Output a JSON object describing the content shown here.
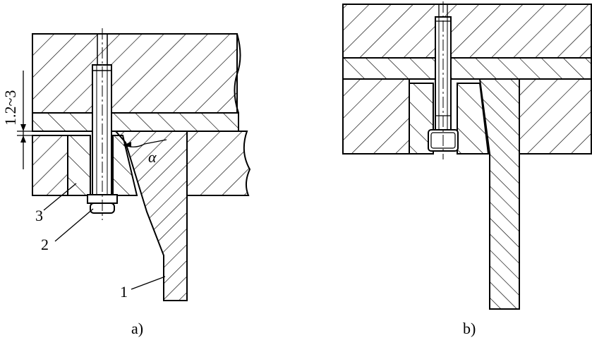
{
  "figure": {
    "panel_a": {
      "caption": "a)",
      "dimension_text": "1.2~3",
      "angle_symbol": "α",
      "callouts": [
        "1",
        "2",
        "3"
      ]
    },
    "panel_b": {
      "caption": "b)"
    }
  }
}
